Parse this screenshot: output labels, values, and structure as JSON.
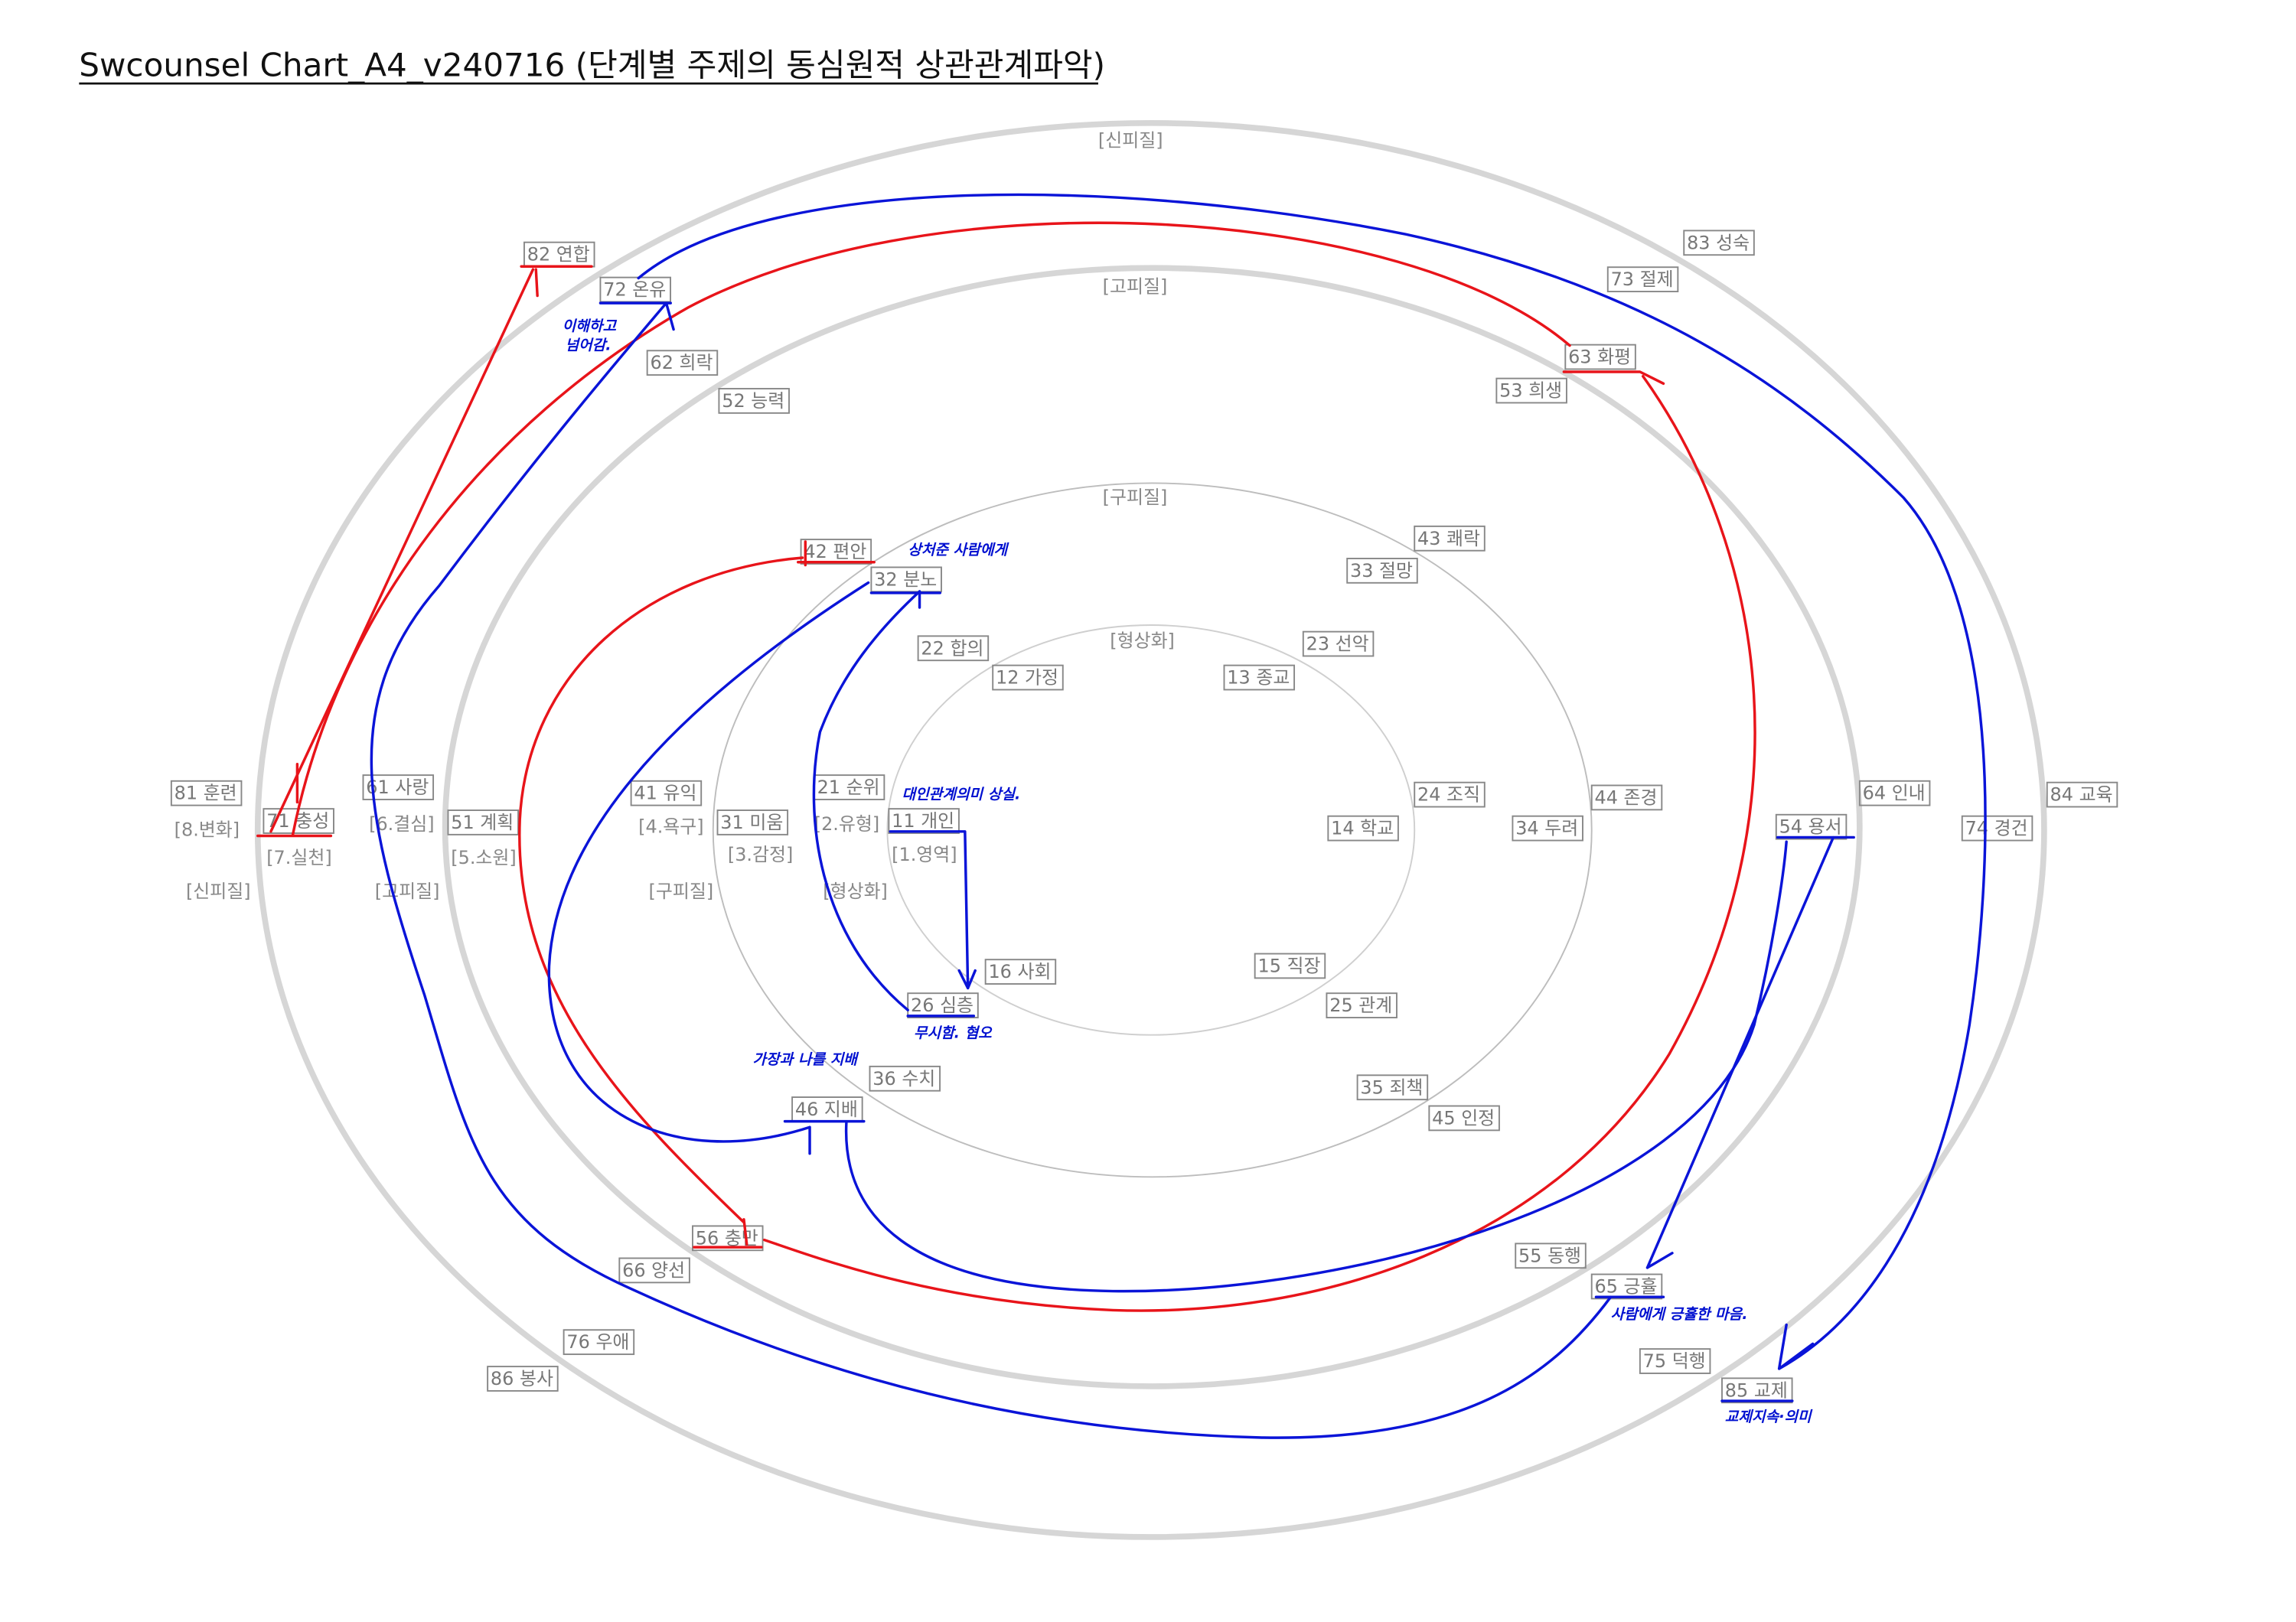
{
  "title": "Swcounsel Chart_A4_v240716 (단계별 주제의 동심원적 상관관계파악)",
  "colors": {
    "ring": "#d6d6d6",
    "inner_ring": "#bdbdbd",
    "red_annotation": "#e8141a",
    "blue_annotation": "#0a14d8",
    "label": "#777777"
  },
  "ring_labels": [
    "[신피질]",
    "[고피질]",
    "[구피질]",
    "[형상화]"
  ],
  "bottom_ring_labels": [
    "[신피질]",
    "[고피질]",
    "[구피질]",
    "[형상화]"
  ],
  "stages": [
    "[8.변화]",
    "[7.실천]",
    "[6.결심]",
    "[5.소원]",
    "[4.욕구]",
    "[3.감정]",
    "[2.유형]",
    "[1.영역]"
  ],
  "topics": [
    "82 연합",
    "72 온유",
    "62 희락",
    "52 능력",
    "83 성숙",
    "73 절제",
    "63 화평",
    "53 희생",
    "43 쾌락",
    "33 절망",
    "42 편안",
    "32 분노",
    "22 합의",
    "12 가정",
    "23 선악",
    "13 종교",
    "81 훈련",
    "71 충성",
    "61 사랑",
    "51 계획",
    "41 유익",
    "31 미움",
    "21 순위",
    "11 개인",
    "24 조직",
    "14 학교",
    "34 두려",
    "44 존경",
    "64 인내",
    "54 용서",
    "74 경건",
    "84 교육",
    "16 사회",
    "26 심층",
    "15 직장",
    "25 관계",
    "36 수치",
    "46 지배",
    "35 죄책",
    "45 인정",
    "56 충만",
    "66 양선",
    "76 우애",
    "86 봉사",
    "55 동행",
    "65 긍휼",
    "75 덕행",
    "85 교제"
  ],
  "handwritten_notes": [
    "이해하고 넘어감.",
    "상처준 사람에게",
    "대인관계의미 상실.",
    "무시함. 혐오",
    "가장과 나를 지배",
    "사람에게 긍휼한 마음.",
    "교제지속·의미"
  ]
}
